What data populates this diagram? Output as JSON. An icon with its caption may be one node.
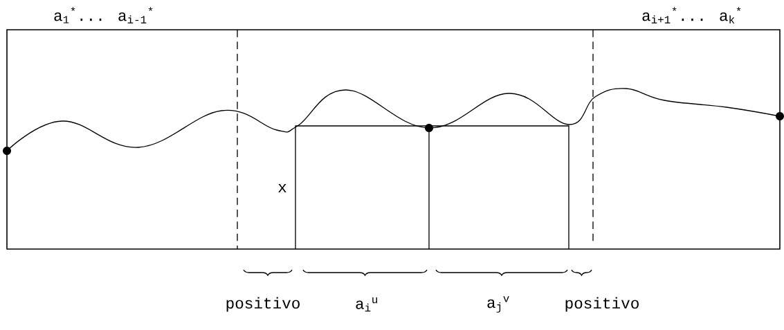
{
  "diagram": {
    "labels": [
      "a$_{1}$$^{*}$... a$_{i-1}$$^{*}$",
      "a$_{i+1}$$^{*}$... a$_{k}$$^{*}$",
      "x",
      "positivo",
      "a$_{i}$$^{u}$",
      "a$_{j}$$^{v}$",
      "positivo"
    ]
  }
}
